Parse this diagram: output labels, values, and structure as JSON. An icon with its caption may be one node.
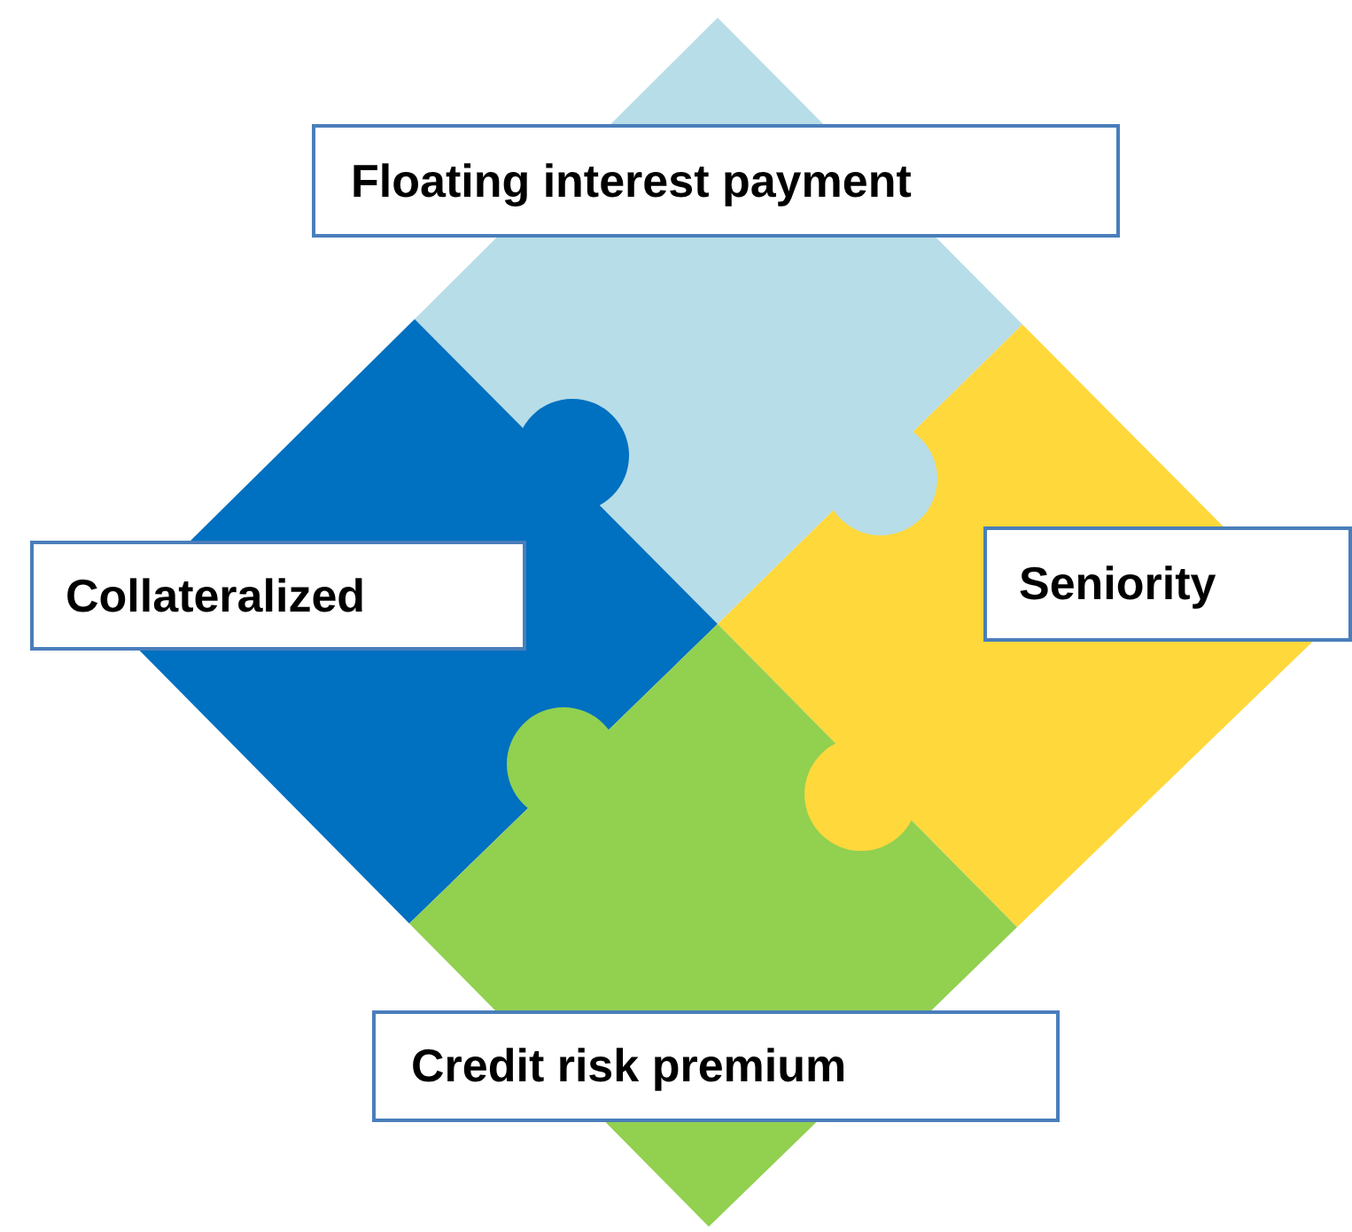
{
  "diagram": {
    "nodes": [
      {
        "text": [
          "Floating interest payment"
        ]
      },
      {
        "text": [
          "Collateralized"
        ]
      },
      {
        "text": [
          "Seniority"
        ]
      },
      {
        "text": [
          "Credit risk premium"
        ]
      }
    ]
  }
}
